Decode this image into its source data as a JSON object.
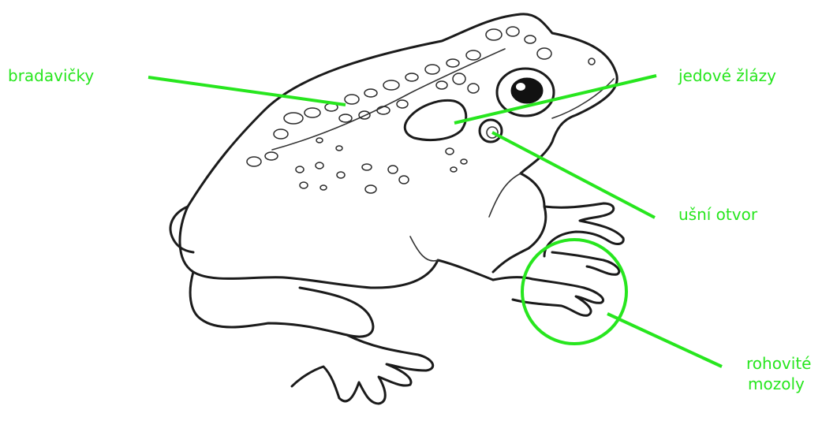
{
  "labels": {
    "warts": "bradavičky",
    "glands": "jedové žlázy",
    "ear": "ušní otvor",
    "horny_line1": "rohovité",
    "horny_line2": "mozoly"
  },
  "colors": {
    "annotation": "#27e61e",
    "outline": "#1b1b1b",
    "background": "#ffffff"
  }
}
